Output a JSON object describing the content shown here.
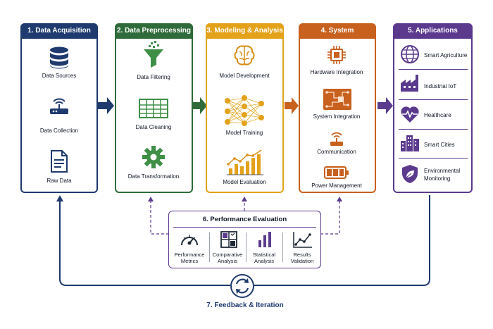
{
  "colors": {
    "acquisition": "#1e3a6e",
    "preprocessing": "#2f6b3a",
    "modeling": "#e3a21a",
    "implementation": "#c8601e",
    "applications": "#5b3a8e",
    "evaluation": "#5b3a8e",
    "feedback": "#1e3a6e"
  },
  "stages": {
    "acquisition": {
      "title": "1. Data Acquisition",
      "items": [
        "Data Sources",
        "Data Collection",
        "Raw Data"
      ],
      "icons": [
        "database-icon",
        "router-icon",
        "document-icon"
      ]
    },
    "preprocessing": {
      "title": "2. Data Preprocessing",
      "items": [
        "Data Filtering",
        "Data Cleaning",
        "Data Transformation"
      ],
      "icons": [
        "funnel-icon",
        "table-grid-icon",
        "gear-icon"
      ]
    },
    "modeling": {
      "title": "3. Modeling & Analysis",
      "items": [
        "Model Development",
        "Model Training",
        "Model Evaluation"
      ],
      "icons": [
        "brain-icon",
        "neural-network-icon",
        "bar-chart-icon"
      ]
    },
    "implementation": {
      "title": "4. System Implementation",
      "items": [
        "Hardware Integration",
        "System Integration",
        "Communication",
        "Power Management"
      ],
      "icons": [
        "chip-icon",
        "circuit-board-icon",
        "wifi-router-icon",
        "battery-icon"
      ]
    },
    "applications": {
      "title": "5. Applications",
      "items": [
        "Smart Agriculture",
        "Industrial IoT",
        "Healthcare",
        "Smart Cities",
        "Environmental",
        "Monitoring"
      ],
      "icons": [
        "globe-icon",
        "factory-icon",
        "heart-pulse-icon",
        "city-icon",
        "leaf-shield-icon"
      ]
    }
  },
  "evaluation": {
    "title": "6. Performance Evaluation",
    "items": [
      {
        "line1": "Performance",
        "line2": "Metrics"
      },
      {
        "line1": "Comparative",
        "line2": "Analysis"
      },
      {
        "line1": "Statistical",
        "line2": "Analysis"
      },
      {
        "line1": "Results",
        "line2": "Validation"
      }
    ],
    "icons": [
      "gauge-icon",
      "comparison-grid-icon",
      "bar-chart-icon",
      "line-chart-icon"
    ]
  },
  "feedback": {
    "title": "7. Feedback & Iteration",
    "icon": "refresh-cycle-icon"
  }
}
